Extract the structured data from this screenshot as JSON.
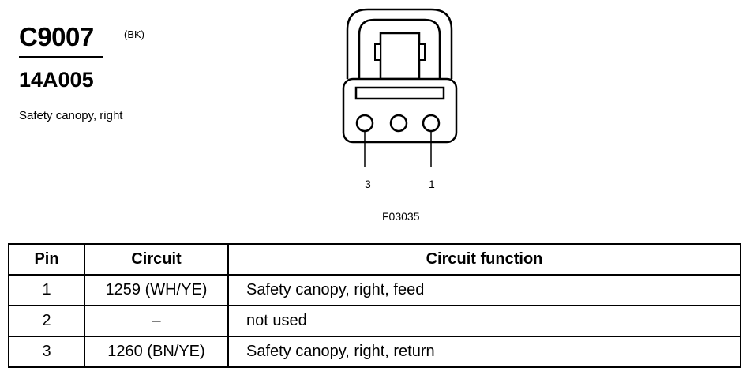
{
  "connector": {
    "id": "C9007",
    "color_code": "(BK)",
    "part_number": "14A005",
    "description": "Safety canopy, right"
  },
  "diagram": {
    "pin_labels": [
      "3",
      "1"
    ],
    "figure_code": "F03035"
  },
  "table": {
    "headers": {
      "pin": "Pin",
      "circuit": "Circuit",
      "function": "Circuit function"
    },
    "rows": [
      {
        "pin": "1",
        "circuit": "1259 (WH/YE)",
        "function": "Safety canopy, right, feed"
      },
      {
        "pin": "2",
        "circuit": "–",
        "function": "not used"
      },
      {
        "pin": "3",
        "circuit": "1260 (BN/YE)",
        "function": "Safety canopy, right, return"
      }
    ]
  }
}
